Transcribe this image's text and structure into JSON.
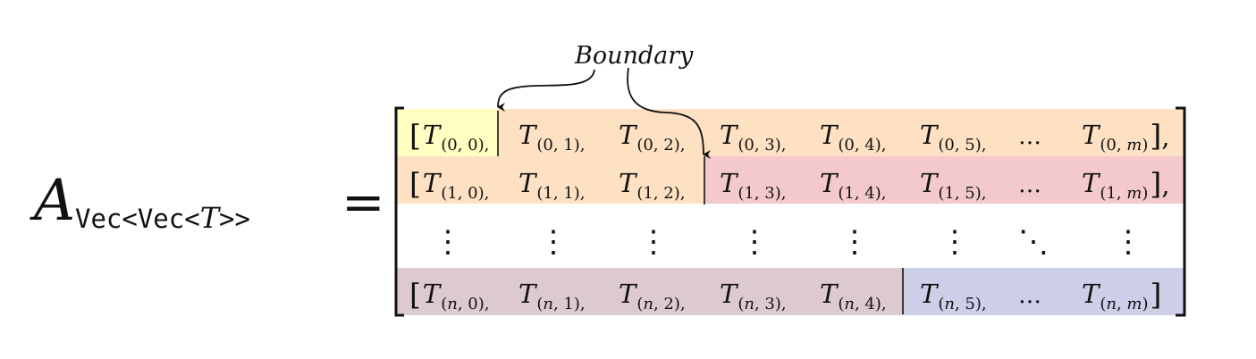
{
  "lhs": {
    "symbol": "A",
    "subscript_a": "Vec<Vec<",
    "subscript_t": "T",
    "subscript_b": ">>",
    "equals": "="
  },
  "annotation": {
    "label": "Boundary"
  },
  "colors": {
    "row0_first": "#ffffc2",
    "row0": "#fee0c2",
    "row1": "#fee0c2",
    "row1_tail": "#f3c9cb",
    "rown": "#dccacf",
    "rown_tail": "#cdcfe9"
  },
  "matrix": {
    "open_bracket": "[",
    "close_bracket": "]",
    "sep": ",",
    "symbol": "T",
    "ellipsis": "…",
    "vdots": "⋮",
    "ddots": "⋱",
    "rows": [
      {
        "kind": "data",
        "end": ",",
        "cells": [
          "(0, 0),",
          "(0, 1),",
          "(0, 2),",
          "(0, 3),",
          "(0, 4),",
          "(0, 5),",
          "...",
          "(0, m)"
        ]
      },
      {
        "kind": "data",
        "end": ",",
        "cells": [
          "(1, 0),",
          "(1, 1),",
          "(1, 2),",
          "(1, 3),",
          "(1, 4),",
          "(1, 5),",
          "...",
          "(1, m)"
        ]
      },
      {
        "kind": "dots"
      },
      {
        "kind": "data",
        "end": "",
        "cells": [
          "(n, 0),",
          "(n, 1),",
          "(n, 2),",
          "(n, 3),",
          "(n, 4),",
          "(n, 5),",
          "...",
          "(n, m)"
        ]
      }
    ]
  }
}
